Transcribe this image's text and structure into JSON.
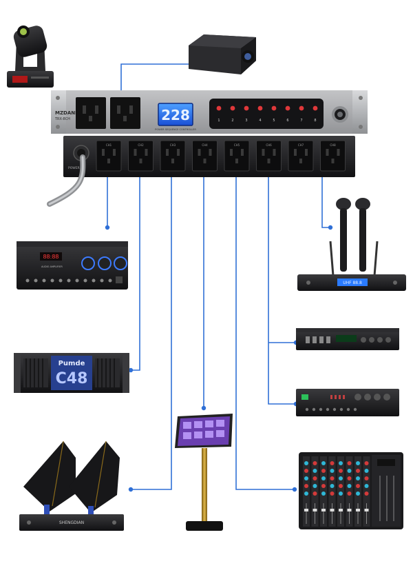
{
  "sequencer": {
    "brand": "MZDANK",
    "model": "TRX-8CH",
    "display_value": "228",
    "front_caption": "POWER SEQUENCE CONTROLLER",
    "indicator_labels": [
      "1",
      "2",
      "3",
      "4",
      "5",
      "6",
      "7",
      "8"
    ],
    "rear_label": "POWER IN",
    "rear_outlet_labels": [
      "CH1",
      "CH2",
      "CH3",
      "CH4",
      "CH5",
      "CH6",
      "CH7",
      "CH8"
    ]
  },
  "devices": {
    "amplifier": {
      "display": "88:88",
      "caption": "AUDIO AMPLIFIER"
    },
    "power_amp": {
      "brand": "Pumde",
      "model": "C48"
    },
    "wireless_receiver": {
      "display": "UHF 88.8"
    },
    "antenna_distributor": {
      "brand": "SHENGDIAN"
    }
  },
  "colors": {
    "connector": "#2f6fd6",
    "chassis": "#bfc1c4",
    "rear_panel": "#1c1c1e",
    "lcd": "#1e6bff",
    "device_body": "#1d1d1f"
  }
}
